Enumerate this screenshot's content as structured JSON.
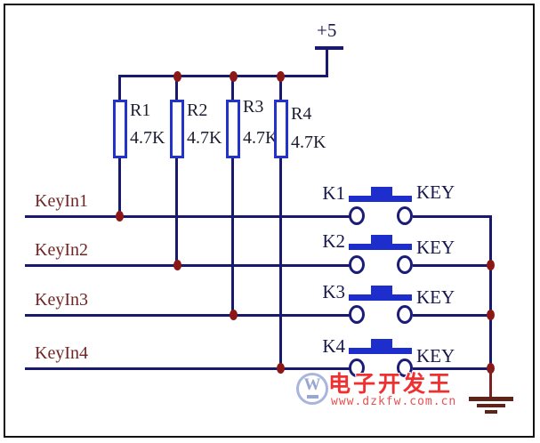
{
  "schematic": {
    "title_implicit": "",
    "power": {
      "label": "+5"
    },
    "resistors": [
      {
        "designator": "R1",
        "value": "4.7K"
      },
      {
        "designator": "R2",
        "value": "4.7K"
      },
      {
        "designator": "R3",
        "value": "4.7K"
      },
      {
        "designator": "R4",
        "value": "4.7K"
      }
    ],
    "net_labels": [
      "KeyIn1",
      "KeyIn2",
      "KeyIn3",
      "KeyIn4"
    ],
    "keys": [
      {
        "designator": "K1",
        "part_label": "KEY"
      },
      {
        "designator": "K2",
        "part_label": "KEY"
      },
      {
        "designator": "K3",
        "part_label": "KEY"
      },
      {
        "designator": "K4",
        "part_label": "KEY"
      }
    ],
    "colors": {
      "wire": "#191970",
      "component_blue": "#1e2ecc",
      "junction_dot": "#8b1717",
      "net_label_text": "#702525",
      "ground": "#5e2418"
    }
  },
  "watermark": {
    "logo_letter": "W",
    "brand_text": "电子开发王",
    "url": "www.dzkfw.com.cn"
  }
}
